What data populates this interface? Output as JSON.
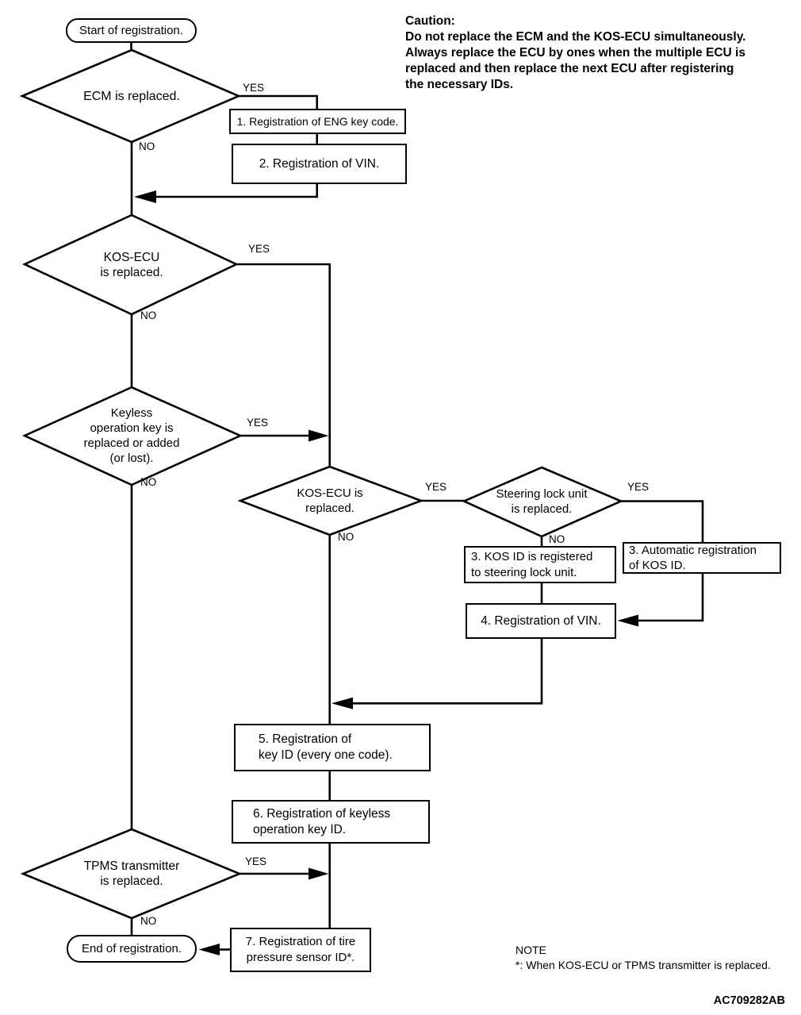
{
  "caution": {
    "title": "Caution:",
    "body": "Do not replace the ECM and the KOS-ECU simultaneously.\nAlways replace the ECU by ones when the multiple ECU is\nreplaced and then replace the next ECU after registering\nthe necessary IDs."
  },
  "labels": {
    "yes": "YES",
    "no": "NO"
  },
  "nodes": {
    "start": "Start of registration.",
    "end": "End of registration.",
    "ecm_decision": "ECM is replaced.",
    "kos1_decision": "KOS-ECU\nis replaced.",
    "keyless_decision": "Keyless\noperation key is\nreplaced or added\n(or lost).",
    "kos2_decision": "KOS-ECU is\nreplaced.",
    "steering_decision": "Steering lock unit\nis replaced.",
    "tpms_decision": "TPMS transmitter\nis replaced.",
    "box1": "1. Registration of ENG key code.",
    "box2": "2. Registration of VIN.",
    "box3_no": "3. KOS ID is registered\nto steering lock unit.",
    "box3_yes": "3. Automatic registration\nof KOS ID.",
    "box4": "4. Registration of VIN.",
    "box5": "5. Registration of\nkey ID (every one code).",
    "box6": "6. Registration of keyless\noperation key ID.",
    "box7": "7. Registration of tire\npressure sensor ID*."
  },
  "note": {
    "title": "NOTE",
    "text": "*: When KOS-ECU or TPMS transmitter is replaced."
  },
  "doc_code": "AC709282AB",
  "colors": {
    "line": "#000000",
    "background": "#ffffff"
  }
}
